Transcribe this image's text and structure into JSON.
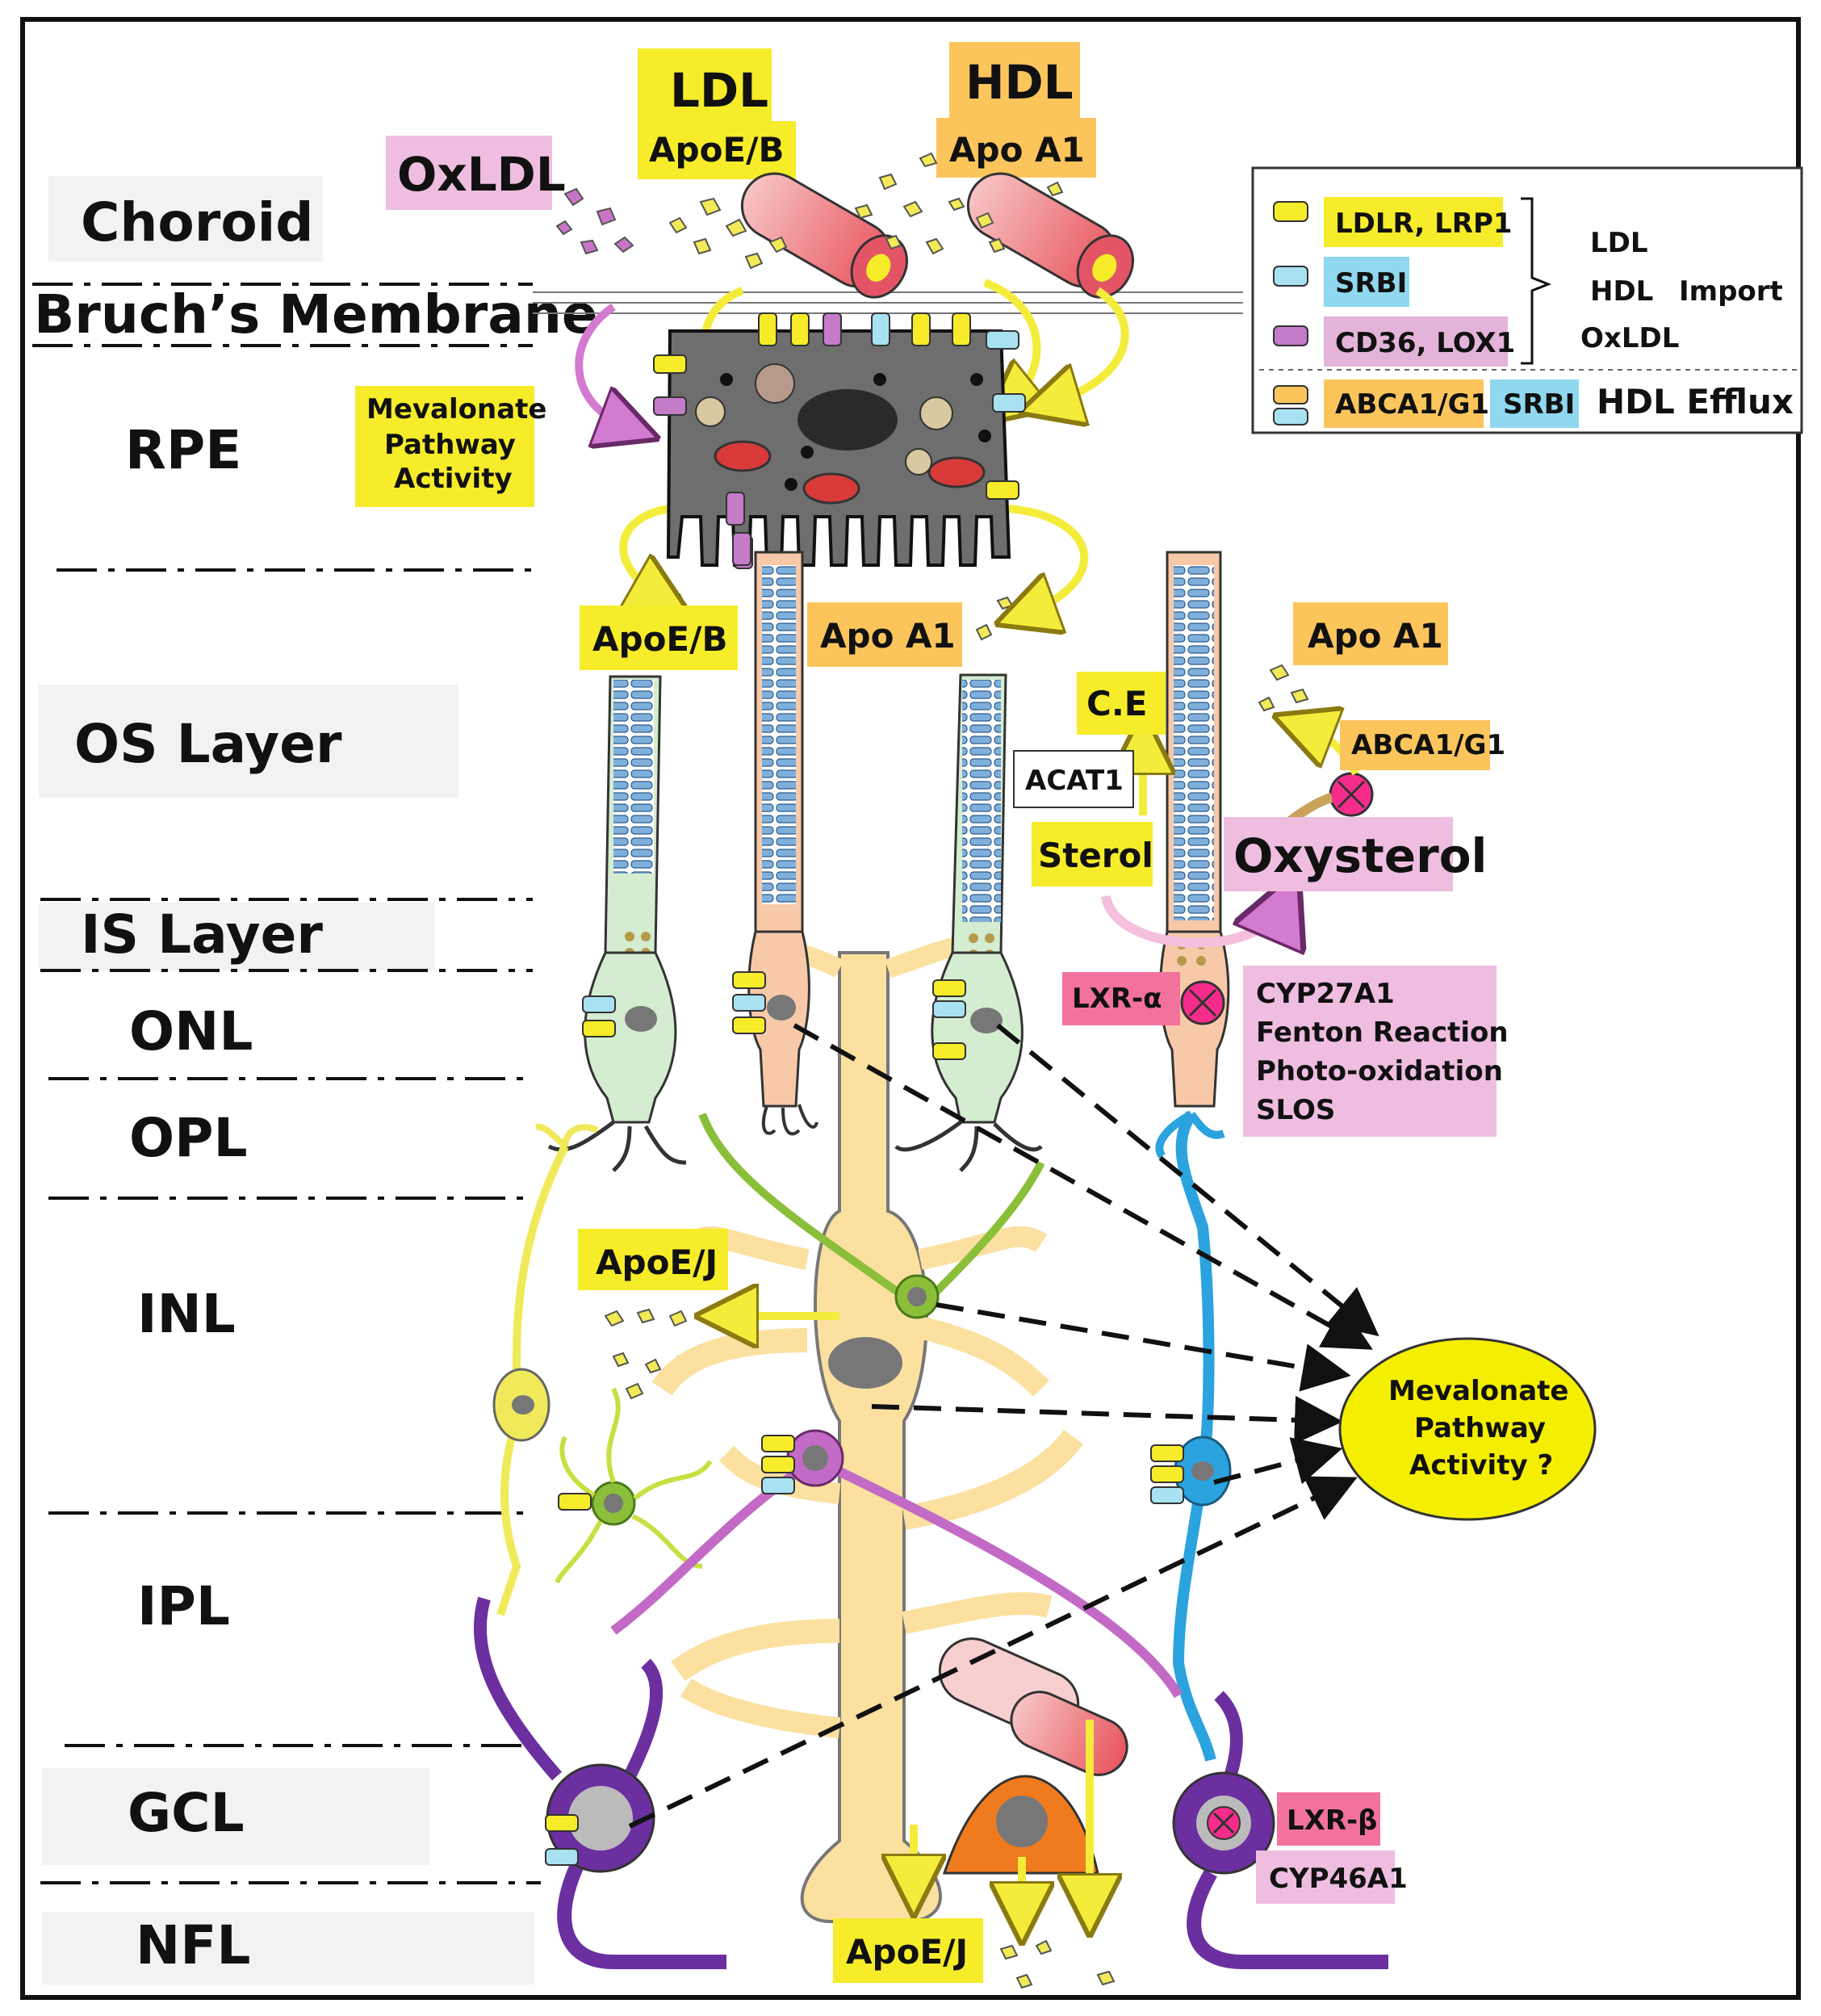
{
  "colors": {
    "yellow_label": "#f6ec2a",
    "orange_label": "#fcc55c",
    "pink_label": "#eebde0",
    "magenta_label": "#f3729d",
    "cyan_label": "#8fd8ef",
    "rpe_cell": "#6e6e6e",
    "muller": "#fbe0a0",
    "rod_green": "#d4ecd0",
    "cone_orange": "#f7c9a9",
    "bipolar_blue": "#2ba3de",
    "amacrine_magenta": "#c36ac6",
    "ganglion_purple": "#6b2fa0",
    "mevalonate_ellipse": "#f4ee00"
  },
  "layers": [
    {
      "name": "Choroid"
    },
    {
      "name": "Bruch’s Membrane"
    },
    {
      "name": "RPE"
    },
    {
      "name": "OS Layer"
    },
    {
      "name": "IS Layer"
    },
    {
      "name": "ONL"
    },
    {
      "name": "OPL"
    },
    {
      "name": "INL"
    },
    {
      "name": "IPL"
    },
    {
      "name": "GCL"
    },
    {
      "name": "NFL"
    }
  ],
  "labels": {
    "oxldl": "OxLDL",
    "ldl": "LDL",
    "ldl_apo": "ApoE/B",
    "hdl": "HDL",
    "hdl_apo": "Apo A1",
    "rpe_mevalonate_1": "Mevalonate",
    "rpe_mevalonate_2": "Pathway",
    "rpe_mevalonate_3": "Activity",
    "apoeb_os": "ApoE/B",
    "apoa1_os": "Apo A1",
    "apoa1_right": "Apo A1",
    "ce": "C.E",
    "acat1": "ACAT1",
    "sterol": "Sterol",
    "oxysterol": "Oxysterol",
    "abca1g1": "ABCA1/G1",
    "lxr_alpha": "LXR-α",
    "cyp27a1": "CYP27A1",
    "fenton": "Fenton Reaction",
    "photo_ox": "Photo-oxidation",
    "slos": "SLOS",
    "apoej_inl": "ApoE/J",
    "apoej_bottom": "ApoE/J",
    "lxr_beta": "LXR-β",
    "cyp46a1": "CYP46A1",
    "mev_q_1": "Mevalonate",
    "mev_q_2": "Pathway",
    "mev_q_3": "Activity ?"
  },
  "legend": {
    "items": [
      {
        "label": "LDLR, LRP1",
        "color": "yellow"
      },
      {
        "label": "SRBI",
        "color": "cyan"
      },
      {
        "label": "CD36, LOX1",
        "color": "pink"
      }
    ],
    "import_ldl": "LDL",
    "import_hdl": "HDL",
    "import_word": "Import",
    "import_oxldl": "OxLDL",
    "efflux_abca": "ABCA1/G1",
    "efflux_srbi": "SRBI",
    "efflux_label": "HDL Efflux"
  }
}
